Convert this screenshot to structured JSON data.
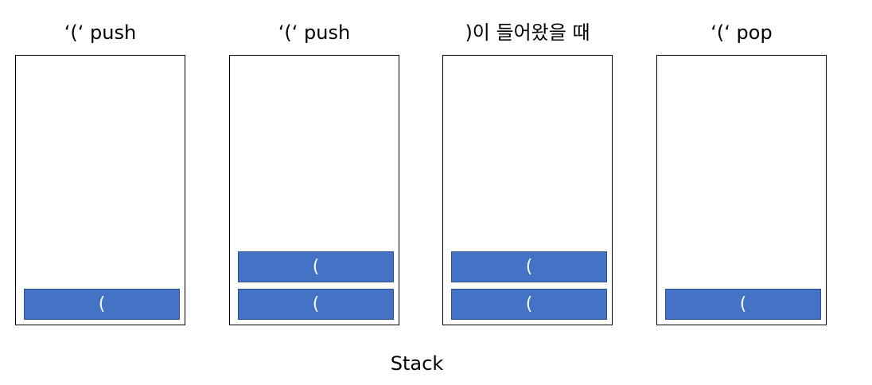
{
  "colors": {
    "block_fill": "#4472c4",
    "block_border": "#2f528f"
  },
  "panels": [
    {
      "title": "‘(‘ push",
      "blocks": [
        "("
      ]
    },
    {
      "title": "‘(‘ push",
      "blocks": [
        "(",
        "("
      ]
    },
    {
      "title": ")이 들어왔을 때",
      "blocks": [
        "(",
        "("
      ]
    },
    {
      "title": "‘(‘ pop",
      "blocks": [
        "("
      ]
    }
  ],
  "footer_label": "Stack"
}
